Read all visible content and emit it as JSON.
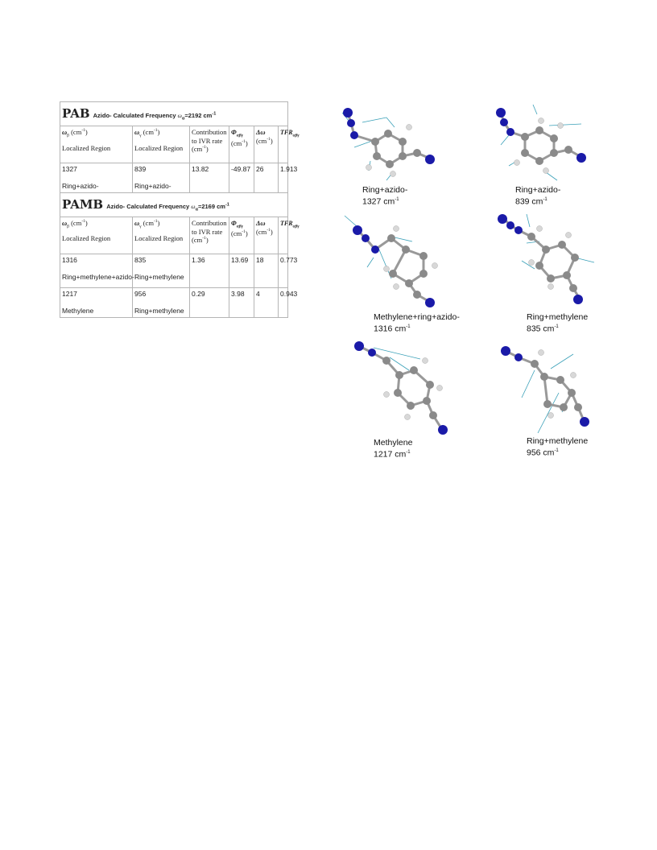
{
  "table": {
    "sections": [
      {
        "name": "PAB",
        "title": "Azido- Calculated Frequency",
        "freq_symbol": "ω",
        "freq_sub": "α",
        "freq_value": "=2192 cm",
        "freq_sup": "-1",
        "rows": [
          {
            "wb": "1327",
            "wb_region": "Ring+azido-",
            "wg": "839",
            "wg_region": "Ring+azido-",
            "contrib": "13.82",
            "phi": "-49.87",
            "dw": "26",
            "tfr": "1.913"
          }
        ]
      },
      {
        "name": "PAMB",
        "title": "Azido- Calculated Frequency",
        "freq_symbol": "ω",
        "freq_sub": "α",
        "freq_value": "=2169 cm",
        "freq_sup": "-1",
        "rows": [
          {
            "wb": "1316",
            "wb_region": "Ring+methylene+azido-",
            "wg": "835",
            "wg_region": "Ring+methylene",
            "contrib": "1.36",
            "phi": "13.69",
            "dw": "18",
            "tfr": "0.773"
          },
          {
            "wb": "1217",
            "wb_region": "Methylene",
            "wg": "956",
            "wg_region": "Ring+methylene",
            "contrib": "0.29",
            "phi": "3.98",
            "dw": "4",
            "tfr": "0.943"
          }
        ]
      }
    ],
    "headers": {
      "wb_sym": "ω",
      "wb_sub": "β",
      "wb_unit": " (cm",
      "wb_sup": "-1",
      "wb_close": ")",
      "wg_sym": "ω",
      "wg_sub": "γ",
      "wg_unit": " (cm",
      "wg_sup": "-1",
      "wg_close": ")",
      "region": "Localized Region",
      "region2": "Localized Region",
      "contrib_l1": "Contribution",
      "contrib_l2": "to IVR rate",
      "contrib_l3": "(cm",
      "contrib_sup": "-1",
      "contrib_close": ")",
      "phi_sym": "Φ",
      "phi_sub": "αβγ",
      "phi_unit": "(cm",
      "phi_sup": "-1",
      "phi_close": ")",
      "dw_sym": "Δω",
      "dw_unit": "(cm",
      "dw_sup": "-1",
      "dw_close": ")",
      "tfr_sym": "TFR",
      "tfr_sub": "αβγ"
    }
  },
  "figures": [
    {
      "label": "Ring+azido-",
      "freq": "1327 cm",
      "sup": "-1"
    },
    {
      "label": "Ring+azido-",
      "freq": "839 cm",
      "sup": "-1"
    },
    {
      "label": "Methylene+ring+azido-",
      "freq": "1316 cm",
      "sup": "-1"
    },
    {
      "label": "Ring+methylene",
      "freq": "835 cm",
      "sup": "-1"
    },
    {
      "label": "Methylene",
      "freq": "1217 cm",
      "sup": "-1"
    },
    {
      "label": "Ring+methylene",
      "freq": "956 cm",
      "sup": "-1"
    }
  ],
  "colors": {
    "nitrogen": "#1a1aa8",
    "carbon": "#8a8a8a",
    "hydrogen": "#d8d8d8",
    "vector": "#3aa0b8"
  }
}
